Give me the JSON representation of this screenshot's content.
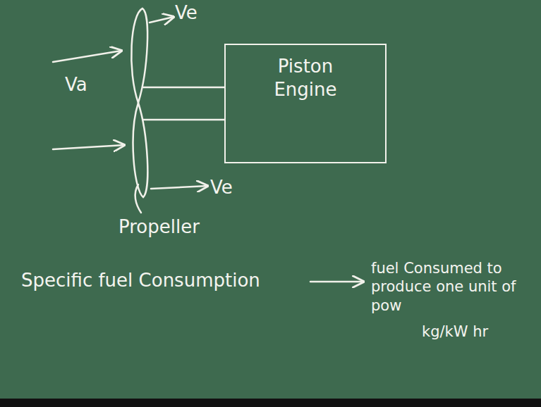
{
  "diagram": {
    "nodes": [
      {
        "text": [
          "Piston Engine"
        ]
      }
    ],
    "labels": [
      "Va",
      "Ve",
      "Ve",
      "Propeller",
      "Specific fuel Consumption",
      "fuel Consumed to produce one unit of pow",
      "kg/kW hr"
    ]
  }
}
